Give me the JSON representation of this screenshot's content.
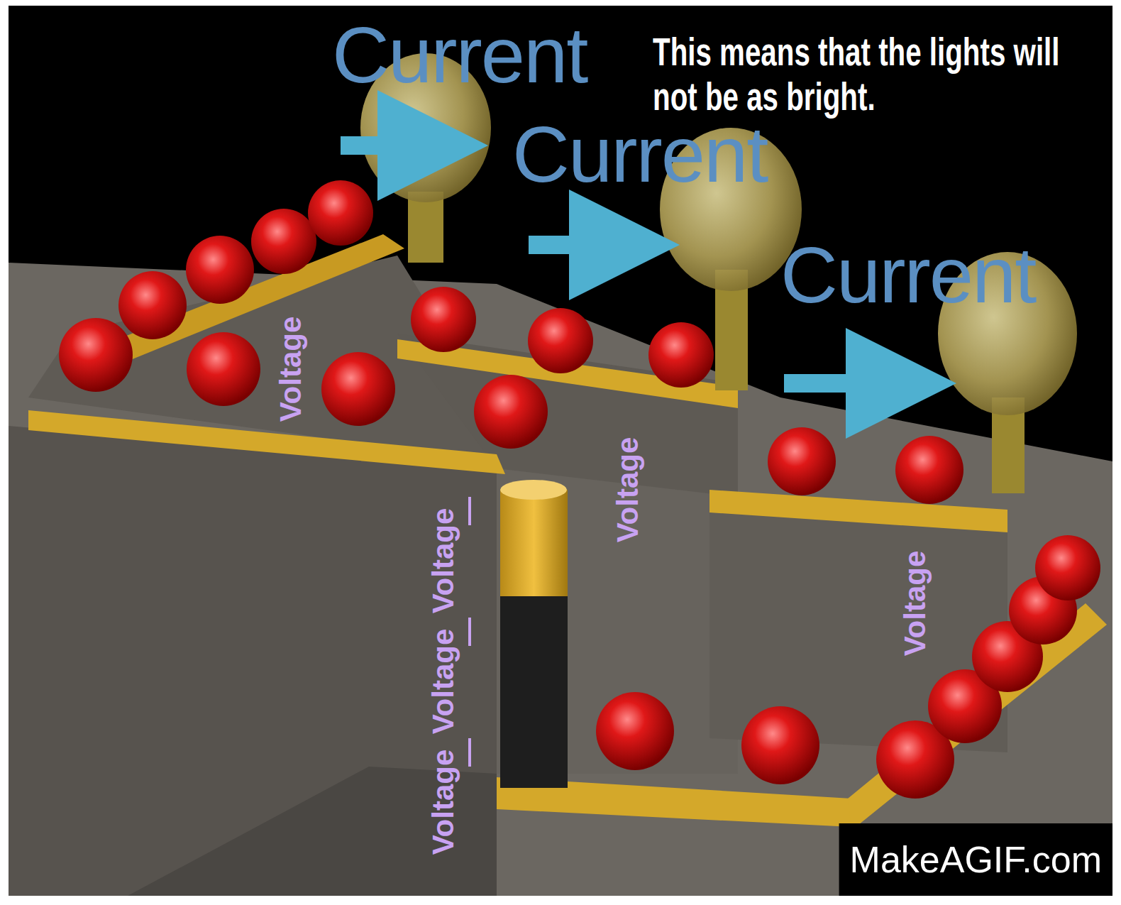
{
  "diagram": {
    "labels": [
      "Current",
      "Current",
      "Current",
      "This means that the lights will not be as bright.",
      "Voltage",
      "Voltage",
      "Voltage",
      "Voltage",
      "Voltage",
      "Voltage",
      "MakeAGIF.com"
    ]
  }
}
